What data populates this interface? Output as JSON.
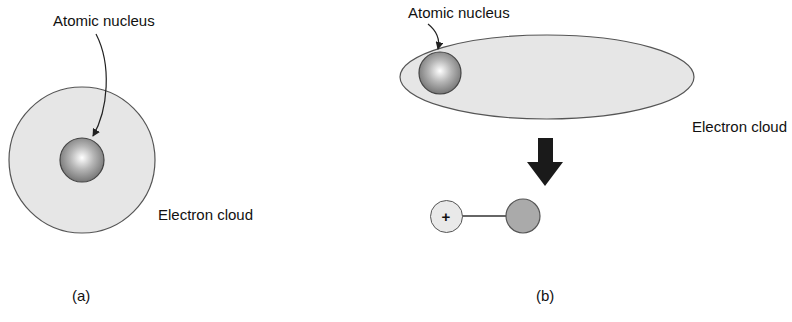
{
  "diagram": {
    "nodes": [
      {
        "text": [
          "+"
        ]
      }
    ],
    "labels": [
      "Atomic nucleus",
      "Electron cloud",
      "(a)",
      "Atomic nucleus",
      "Electron cloud",
      "(b)"
    ]
  }
}
